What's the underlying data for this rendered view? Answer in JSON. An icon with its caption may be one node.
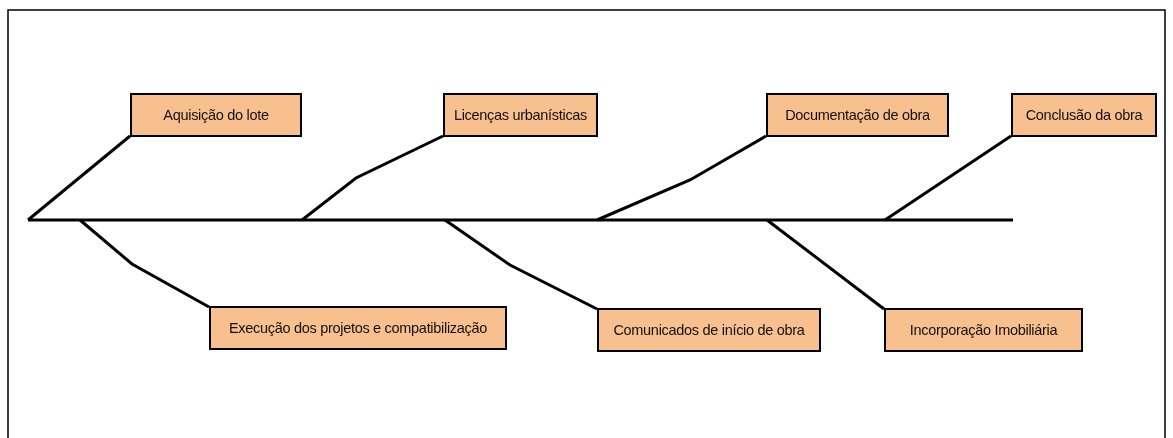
{
  "diagram": {
    "nodes": [
      {
        "text": [
          "Aquisição do lote"
        ]
      },
      {
        "text": [
          "Licenças urbanísticas"
        ]
      },
      {
        "text": [
          "Documentação de obra"
        ]
      },
      {
        "text": [
          "Conclusão da obra"
        ]
      },
      {
        "text": [
          "Execução dos projetos e compatibilização"
        ]
      },
      {
        "text": [
          "Comunicados de início de obra"
        ]
      },
      {
        "text": [
          "Incorporação Imobiliária"
        ]
      }
    ],
    "edges": [
      {
        "from": 0,
        "to": null,
        "arrow": "none"
      },
      {
        "from": 1,
        "to": null,
        "arrow": "none"
      },
      {
        "from": 2,
        "to": null,
        "arrow": "none"
      },
      {
        "from": 3,
        "to": null,
        "arrow": "none"
      },
      {
        "from": 4,
        "to": null,
        "arrow": "none"
      },
      {
        "from": 5,
        "to": null,
        "arrow": "none"
      },
      {
        "from": 6,
        "to": null,
        "arrow": "none"
      }
    ]
  }
}
